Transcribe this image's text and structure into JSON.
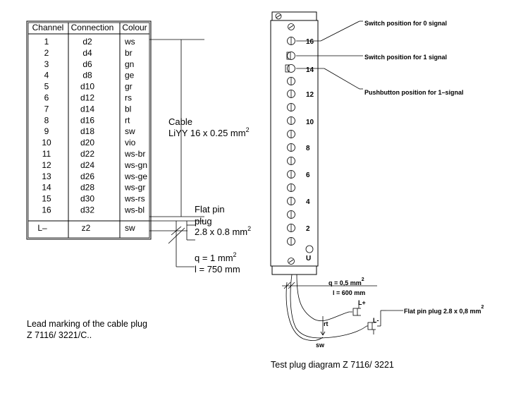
{
  "table": {
    "headers": [
      "Channel",
      "Connection",
      "Colour"
    ],
    "rows": [
      [
        "1",
        "d2",
        "ws"
      ],
      [
        "2",
        "d4",
        "br"
      ],
      [
        "3",
        "d6",
        "gn"
      ],
      [
        "4",
        "d8",
        "ge"
      ],
      [
        "5",
        "d10",
        "gr"
      ],
      [
        "6",
        "d12",
        "rs"
      ],
      [
        "7",
        "d14",
        "bl"
      ],
      [
        "8",
        "d16",
        "rt"
      ],
      [
        "9",
        "d18",
        "sw"
      ],
      [
        "10",
        "d20",
        "vio"
      ],
      [
        "11",
        "d22",
        "ws-br"
      ],
      [
        "12",
        "d24",
        "ws-gn"
      ],
      [
        "13",
        "d26",
        "ws-ge"
      ],
      [
        "14",
        "d28",
        "ws-gr"
      ],
      [
        "15",
        "d30",
        "ws-rs"
      ],
      [
        "16",
        "d32",
        "ws-bl"
      ]
    ],
    "last_row": [
      "L–",
      "z2",
      "sw"
    ]
  },
  "cable": {
    "line1": "Cable",
    "line2": "LiYY 16 x 0.25 mm",
    "sup": "2"
  },
  "flat_pin": {
    "line1": "Flat pin",
    "line2": "plug",
    "line3": "2.8 x 0.8 mm",
    "sup": "2"
  },
  "lead": {
    "q": "q = 1 mm",
    "q_sup": "2",
    "l": "l = 750 mm"
  },
  "left_caption": {
    "line1": "Lead marking of the cable plug",
    "line2": "Z 7116/ 3221/C.."
  },
  "right": {
    "switch0": "Switch position for 0 signal",
    "switch1": "Switch position for 1 signal",
    "pushbutton": "Pushbutton position for 1–signal",
    "numbers": [
      "16",
      "14",
      "12",
      "10",
      "8",
      "6",
      "4",
      "2",
      "U"
    ],
    "q": "q = 0,5 mm",
    "q_sup": "2",
    "l": "l = 600 mm",
    "lplus": "L+",
    "lminus": "L-",
    "rt": "rt",
    "sw": "sw",
    "flat_pin": "Flat pin plug 2.8 x 0,8 mm",
    "flat_pin_sup": "2",
    "caption": "Test plug diagram Z 7116/ 3221"
  }
}
